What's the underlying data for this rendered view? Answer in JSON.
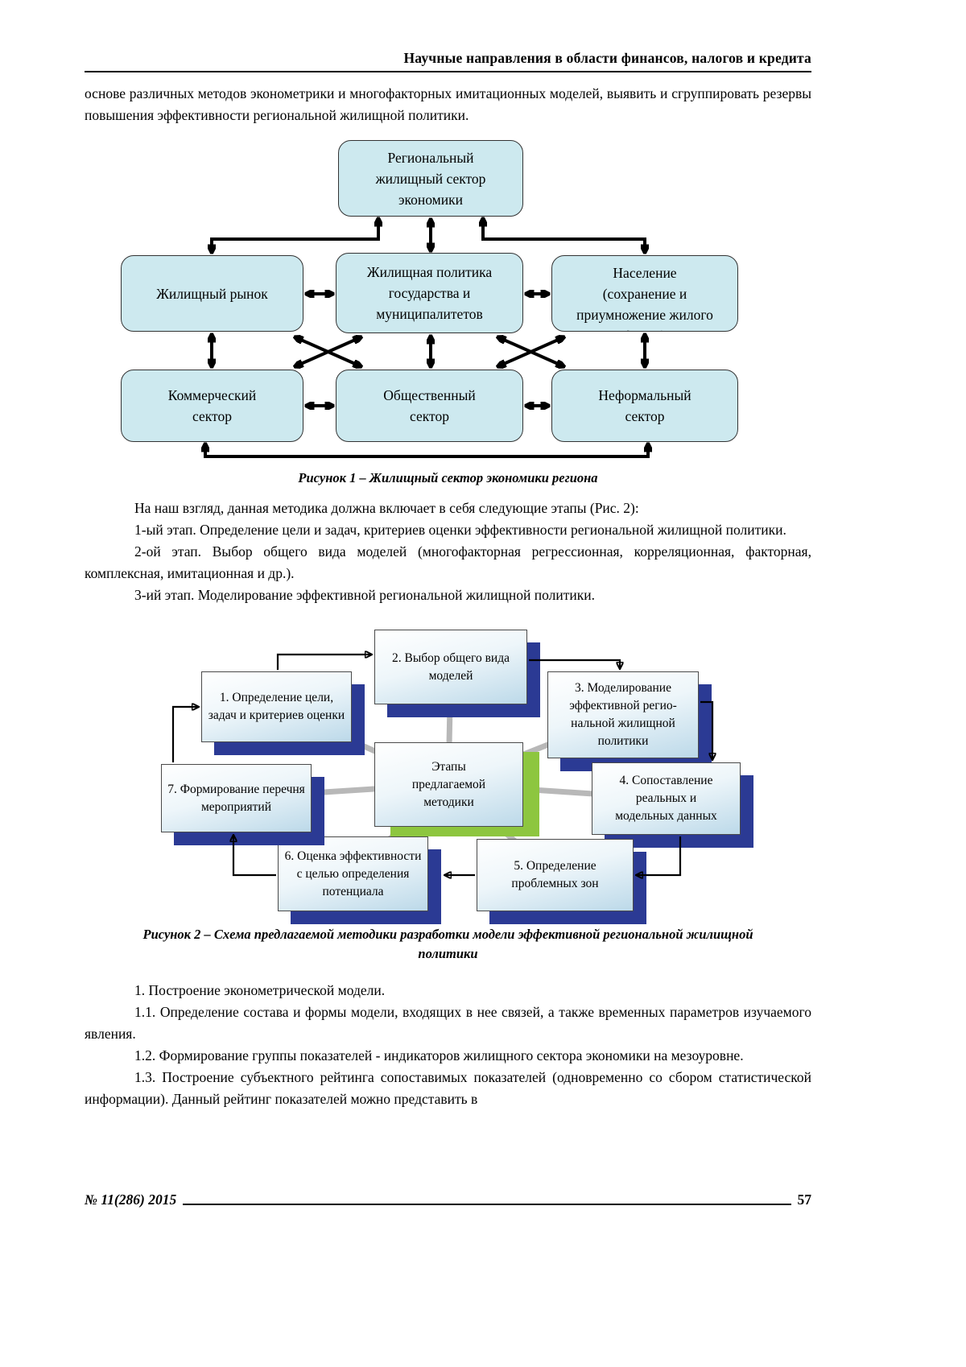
{
  "header": {
    "title": "Научные направления в области финансов, налогов и кредита"
  },
  "intro": "основе различных методов эконометрики и многофакторных имитационных моделей, выявить и сгруппировать резервы повышения эффективности региональной жилищной политики.",
  "figure1": {
    "boxes": {
      "regional": "Региональный\nжилищный сектор\nэкономики",
      "market": "Жилищный рынок",
      "policy": "Жилищная политика\nгосударства и\nмуниципалитетов",
      "population": "Население\n(сохранение и\nприумножение жилого\nфонда)",
      "commercial": "Коммерческий\nсектор",
      "public": "Общественный\nсектор",
      "informal": "Неформальный\nсектор"
    },
    "caption": "Рисунок 1 – Жилищный сектор экономики региона"
  },
  "paras_mid": [
    "На наш взгляд, данная методика должна включает в себя следующие этапы (Рис. 2):",
    "1-ый этап. Определение цели и задач, критериев оценки эффективности региональной жилищной политики.",
    "2-ой этап. Выбор общего вида моделей (многофакторная регрессионная, корреляционная, факторная, комплексная, имитационная и др.).",
    "3-ий этап. Моделирование эффективной региональной жилищной политики."
  ],
  "figure2": {
    "center": "Этапы\nпредлагаемой\nметодики",
    "steps": [
      "1. Определение цели,\nзадач и критериев оценки",
      "2. Выбор общего вида\nмоделей",
      "3. Моделирование\nэффективной регио-\nнальной жилищной\nполитики",
      "4. Сопоставление\nреальных и\nмодельных данных",
      "5. Определение\nпроблемных зон",
      "6. Оценка эффективности\nс целью определения\nпотенциала",
      "7. Формирование перечня\nмероприятий"
    ],
    "caption": "Рисунок 2 – Схема предлагаемой методики разработки модели эффективной региональной жилищной политики"
  },
  "paras_bottom": [
    "1. Построение эконометрической модели.",
    "1.1. Определение состава и формы модели, входящих в нее связей, а также временных параметров изучаемого явления.",
    "1.2. Формирование группы показателей - индикаторов жилищного сектора экономики на мезоуровне.",
    "1.3. Построение субъектного рейтинга сопоставимых показателей (одновременно со сбором статистической информации). Данный рейтинг показателей можно представить в"
  ],
  "footer": {
    "issue": "№ 11(286) 2015",
    "page": "57"
  },
  "colors": {
    "fig1_box_fill": "#cde9ef",
    "fig2_shadow_blue": "#2b3a94",
    "fig2_shadow_green": "#8dc63f",
    "fig2_box_gradient_end": "#bcd9e9",
    "arrow_black": "#000000",
    "spoke_gray": "#b8b8b8"
  }
}
